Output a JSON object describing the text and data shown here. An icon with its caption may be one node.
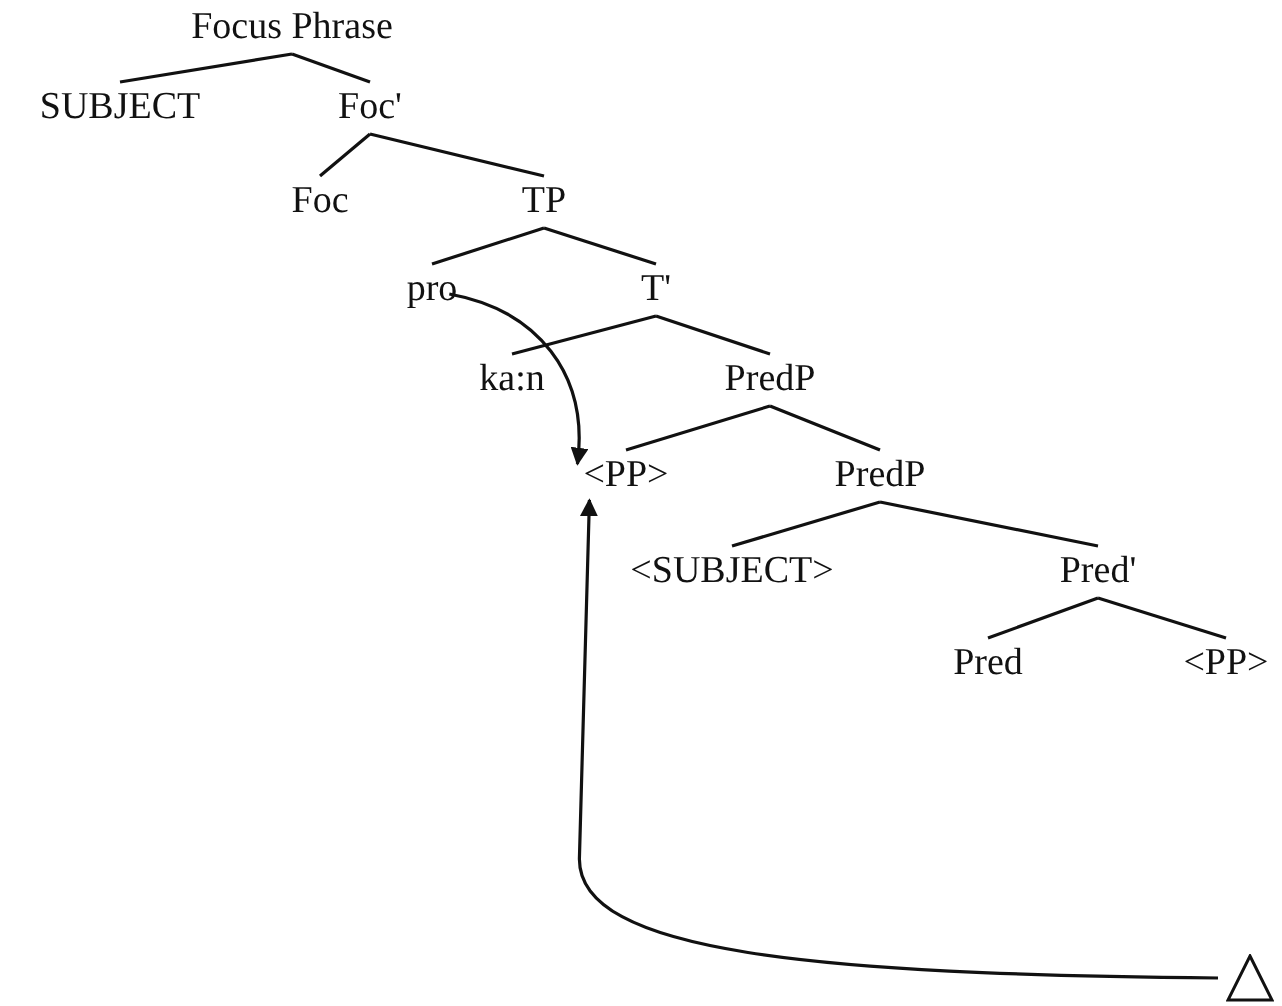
{
  "diagram": {
    "nodes": [
      {
        "text": [
          "Focus Phrase"
        ]
      },
      {
        "text": [
          "SUBJECT"
        ]
      },
      {
        "text": [
          "Foc'"
        ]
      },
      {
        "text": [
          "Foc"
        ]
      },
      {
        "text": [
          "TP"
        ]
      },
      {
        "text": [
          "pro"
        ]
      },
      {
        "text": [
          "T'"
        ]
      },
      {
        "text": [
          "ka:n"
        ]
      },
      {
        "text": [
          "PredP"
        ]
      },
      {
        "text": [
          "<PP>"
        ]
      },
      {
        "text": [
          "PredP"
        ]
      },
      {
        "text": [
          "<SUBJECT>"
        ]
      },
      {
        "text": [
          "Pred'"
        ]
      },
      {
        "text": [
          "Pred"
        ]
      },
      {
        "text": [
          "<PP>"
        ]
      },
      {
        "text": [],
        "shape": "triangle"
      }
    ],
    "edges": [
      {
        "from": 0,
        "to": 1,
        "arrow": "none"
      },
      {
        "from": 0,
        "to": 2,
        "arrow": "none"
      },
      {
        "from": 2,
        "to": 3,
        "arrow": "none"
      },
      {
        "from": 2,
        "to": 4,
        "arrow": "none"
      },
      {
        "from": 4,
        "to": 5,
        "arrow": "none"
      },
      {
        "from": 4,
        "to": 6,
        "arrow": "none"
      },
      {
        "from": 6,
        "to": 7,
        "arrow": "none"
      },
      {
        "from": 6,
        "to": 8,
        "arrow": "none"
      },
      {
        "from": 8,
        "to": 9,
        "arrow": "none"
      },
      {
        "from": 8,
        "to": 10,
        "arrow": "none"
      },
      {
        "from": 10,
        "to": 11,
        "arrow": "none"
      },
      {
        "from": 10,
        "to": 12,
        "arrow": "none"
      },
      {
        "from": 12,
        "to": 13,
        "arrow": "none"
      },
      {
        "from": 12,
        "to": 14,
        "arrow": "none"
      },
      {
        "from": 5,
        "to": 9,
        "arrow": "to"
      },
      {
        "from": 15,
        "to": 9,
        "arrow": "to"
      }
    ]
  }
}
